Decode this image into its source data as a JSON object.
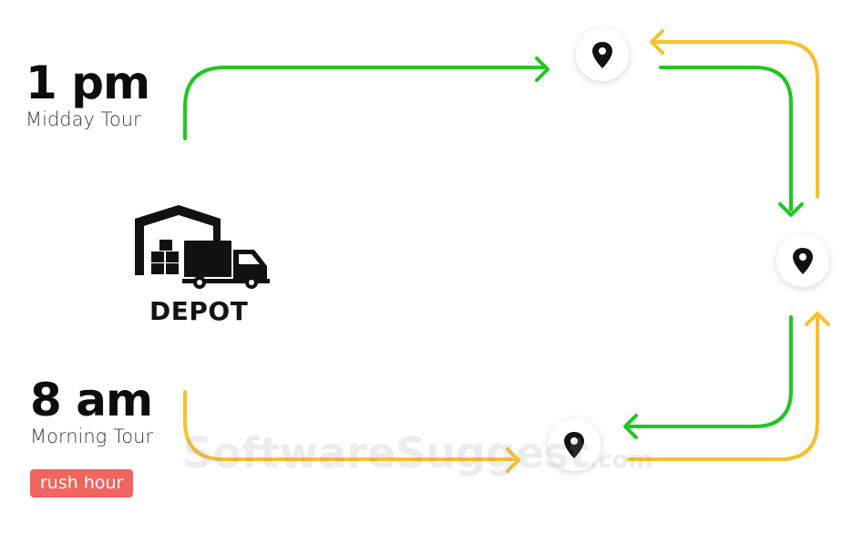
{
  "tours": {
    "midday": {
      "time": "1 pm",
      "name": "Midday Tour"
    },
    "morning": {
      "time": "8 am",
      "name": "Morning Tour",
      "badge": "rush hour"
    }
  },
  "depot": {
    "label": "DEPOT",
    "icon": "warehouse-truck-icon"
  },
  "stops": [
    {
      "icon": "map-pin-icon"
    },
    {
      "icon": "map-pin-icon"
    },
    {
      "icon": "map-pin-icon"
    }
  ],
  "routes": {
    "midday": {
      "color": "#1ec81e"
    },
    "morning": {
      "color": "#f7c12e"
    }
  },
  "badge_color": "#f0655f",
  "watermark": {
    "main": "SoftwareSuggest",
    "tld": ".com"
  }
}
